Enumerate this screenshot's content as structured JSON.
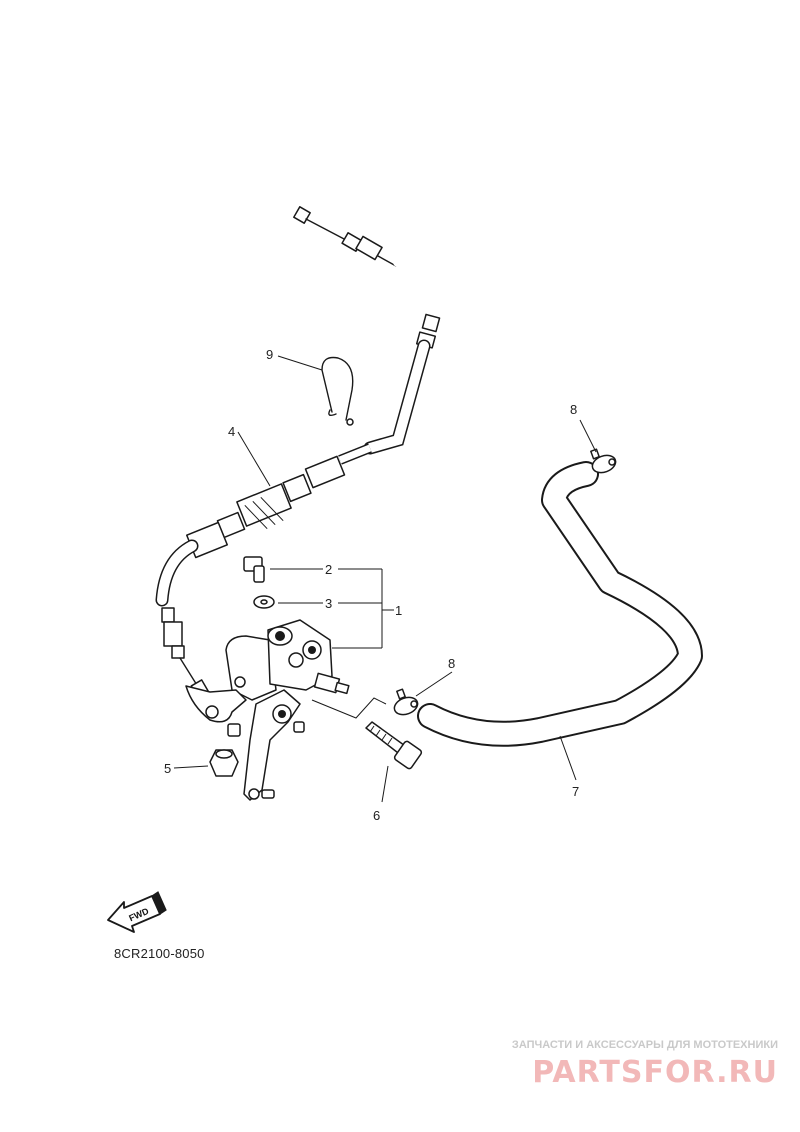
{
  "diagram": {
    "callouts": [
      {
        "id": "1",
        "label": "1"
      },
      {
        "id": "2",
        "label": "2"
      },
      {
        "id": "3",
        "label": "3"
      },
      {
        "id": "4",
        "label": "4"
      },
      {
        "id": "5",
        "label": "5"
      },
      {
        "id": "6",
        "label": "6"
      },
      {
        "id": "7",
        "label": "7"
      },
      {
        "id": "8a",
        "label": "8"
      },
      {
        "id": "8b",
        "label": "8"
      },
      {
        "id": "9",
        "label": "9"
      }
    ],
    "fwd_label": "FWD",
    "diagram_code": "8CR2100-8050"
  },
  "watermark": {
    "tagline": "ЗАПЧАСТИ И АКСЕССУАРЫ ДЛЯ МОТОТЕХНИКИ",
    "brand": "PARTSFOR.RU"
  }
}
